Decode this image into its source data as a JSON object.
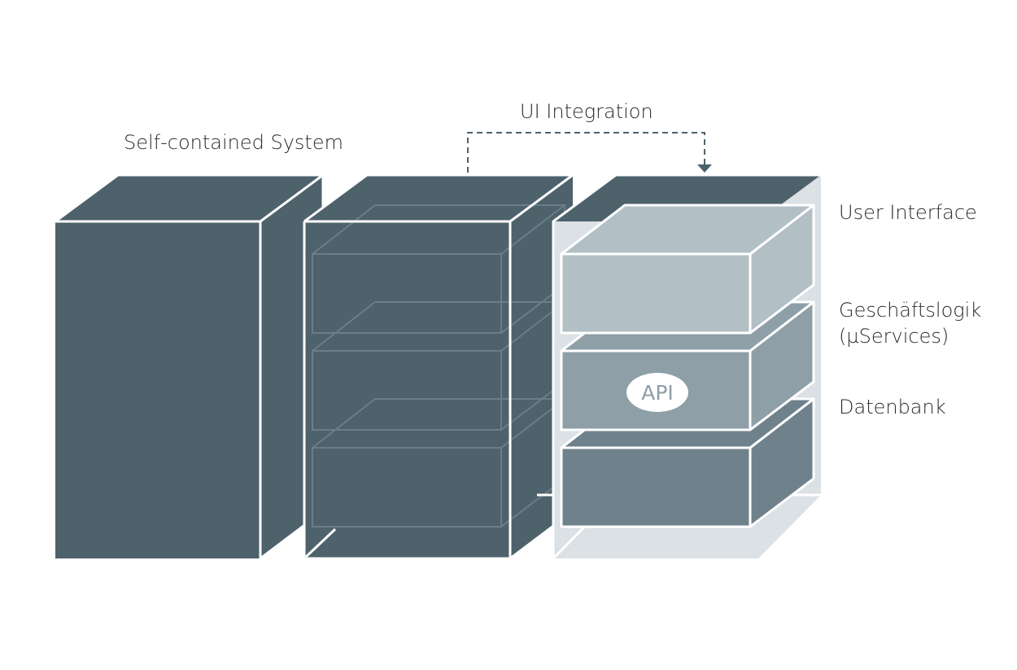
{
  "labels": {
    "self_contained_system": "Self-contained System",
    "ui_integration": "UI Integration",
    "user_interface": "User Interface",
    "geschaeftslogik_line1": "Geschäftslogik",
    "geschaeftslogik_line2": "(µServices)",
    "datenbank": "Datenbank",
    "api": "API"
  },
  "colors": {
    "dark_slate": "#4e626c",
    "light_layer": "#b2c0c6",
    "mid_layer": "#8e9fa8",
    "low_layer": "#6f828c",
    "backdrop": "#dbe1e4",
    "connector": "#4e626c"
  }
}
